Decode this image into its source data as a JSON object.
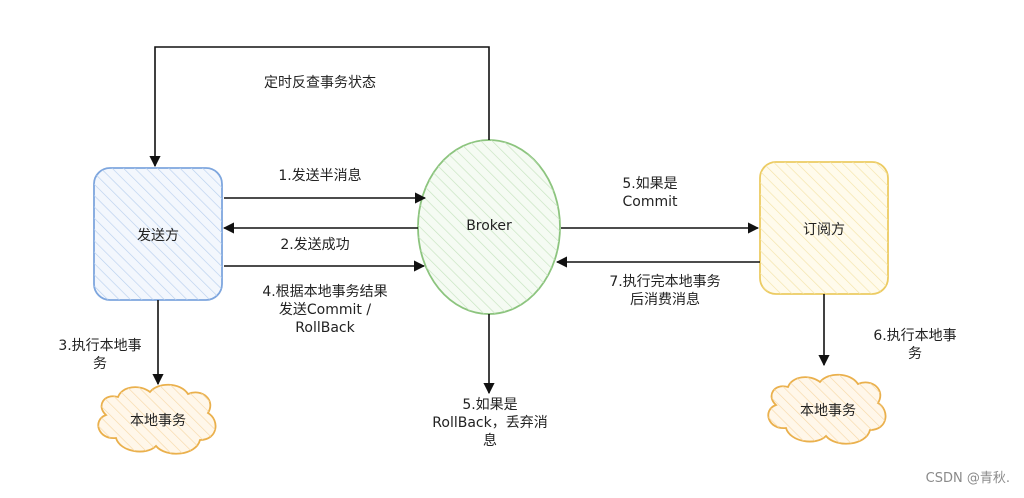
{
  "nodes": {
    "sender": "发送方",
    "broker": "Broker",
    "subscriber": "订阅方",
    "local_tx_left": "本地事务",
    "local_tx_right": "本地事务"
  },
  "edges": {
    "check": "定时反查事务状态",
    "send_half": "1.发送半消息",
    "send_success": "2.发送成功",
    "local_exec_left": [
      "3.执行本地事",
      "务"
    ],
    "commit_rollback": [
      "4.根据本地事务结果",
      "发送Commit /",
      "RollBack"
    ],
    "if_commit": [
      "5.如果是",
      "Commit"
    ],
    "if_rollback": [
      "5.如果是",
      "RollBack，丢弃消",
      "息"
    ],
    "local_exec_right": [
      "6.执行本地事",
      "务"
    ],
    "consume": [
      "7.执行完本地事务",
      "后消费消息"
    ]
  },
  "watermark": "CSDN @青秋."
}
